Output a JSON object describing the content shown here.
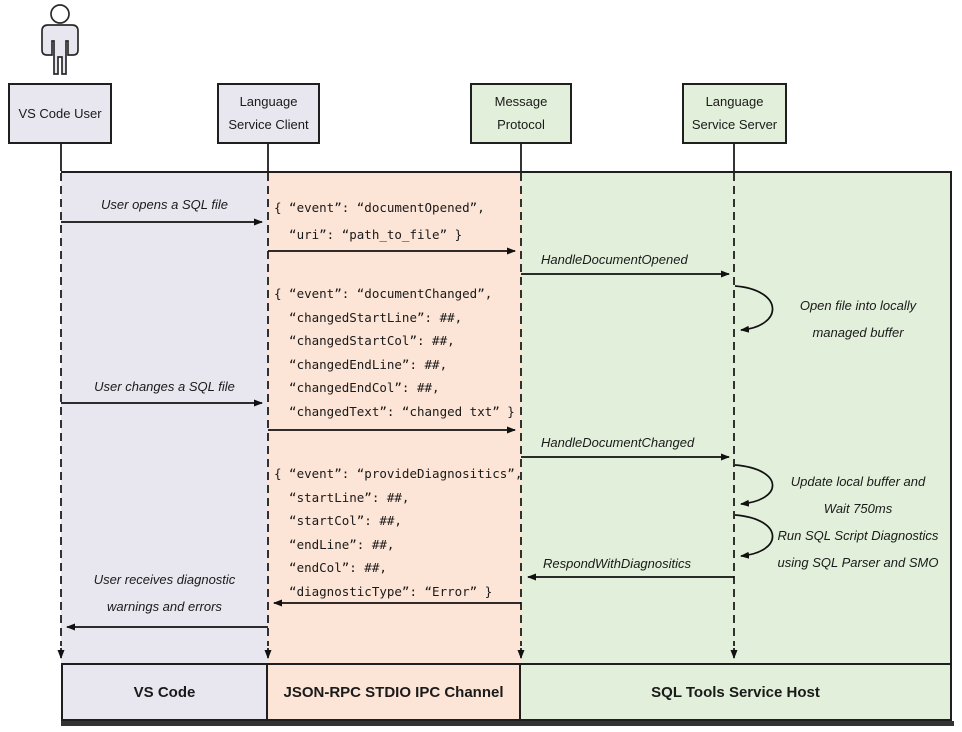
{
  "actors": [
    {
      "line1": "VS Code User"
    },
    {
      "line1": "Language",
      "line2": "Service Client"
    },
    {
      "line1": "Message",
      "line2": "Protocol"
    },
    {
      "line1": "Language",
      "line2": "Service Server"
    }
  ],
  "messages": {
    "user_opens": "User opens a SQL file",
    "user_changes": "User changes a SQL file",
    "user_receives_line1": "User receives diagnostic",
    "user_receives_line2": "warnings and errors",
    "handle_document_opened": "HandleDocumentOpened",
    "handle_document_changed": "HandleDocumentChanged",
    "respond_with_diagnostics": "RespondWithDiagnositics"
  },
  "annotations": {
    "open_file": {
      "line1": "Open file into locally",
      "line2": "managed buffer"
    },
    "update_buffer": {
      "line1": "Update local buffer and",
      "line2": "Wait 750ms"
    },
    "run_diagnostics": {
      "line1": "Run SQL Script Diagnostics",
      "line2": "using SQL Parser and SMO"
    }
  },
  "json_blocks": {
    "document_opened": {
      "lines": [
        "{ “event”: “documentOpened”,",
        "  “uri”: “path_to_file” }"
      ]
    },
    "document_changed": {
      "lines": [
        "{ “event”: “documentChanged”,",
        "  “changedStartLine”: ##,",
        "  “changedStartCol”: ##,",
        "  “changedEndLine”: ##,",
        "  “changedEndCol”: ##,",
        "  “changedText”: “changed txt” }"
      ]
    },
    "provide_diagnostics": {
      "lines": [
        "{ “event”: “provideDiagnositics”,",
        "  “startLine”: ##,",
        "  “startCol”: ##,",
        "  “endLine”: ##,",
        "  “endCol”: ##,",
        "  “diagnosticType”: “Error” }"
      ]
    }
  },
  "bottom_bars": [
    {
      "label": "VS Code"
    },
    {
      "label": "JSON-RPC STDIO IPC Channel"
    },
    {
      "label": "SQL Tools Service Host"
    }
  ],
  "colors": {
    "lane_user": "#e8e6ef",
    "lane_ipc": "#fce4d6",
    "lane_host": "#e2efda",
    "line": "#1f1f1f"
  }
}
